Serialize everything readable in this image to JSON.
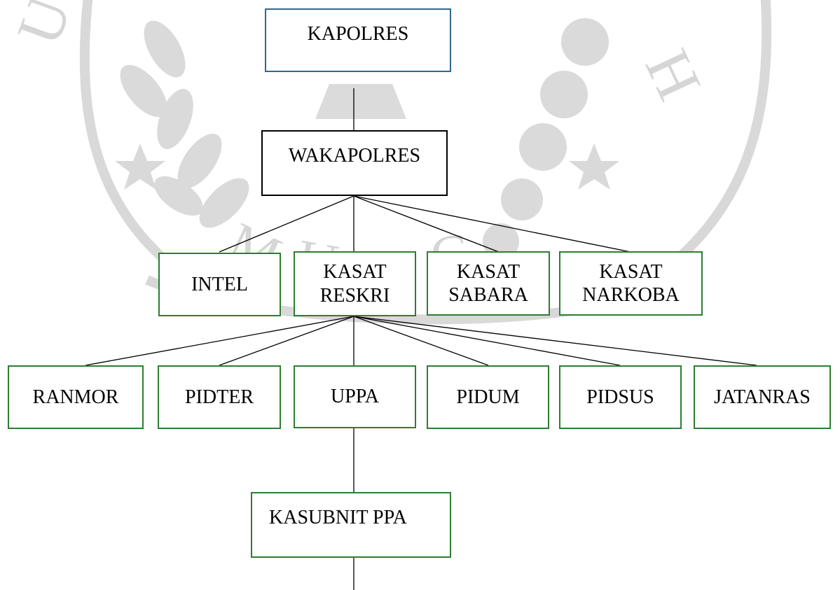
{
  "colors": {
    "green_border": "#2e7d32",
    "blue_border": "#2e6a8a",
    "black_border": "#000000",
    "connector": "#000000",
    "watermark": "#c8c8c8"
  },
  "watermark": {
    "description_icon": "university-seal-watermark",
    "letters": [
      "U",
      "N",
      "H",
      "M",
      "U",
      "G"
    ]
  },
  "nodes": {
    "kapolres": "KAPOLRES",
    "wakapolres": "WAKAPOLRES",
    "intel": "INTEL",
    "kasat_reskri": {
      "line1": "KASAT",
      "line2": "RESKRI"
    },
    "kasat_sabara": {
      "line1": "KASAT",
      "line2": "SABARA"
    },
    "kasat_narkoba": {
      "line1": "KASAT",
      "line2": "NARKOBA"
    },
    "ranmor": "RANMOR",
    "pidter": "PIDTER",
    "uppa": "UPPA",
    "pidum": "PIDUM",
    "pidsus": "PIDSUS",
    "jatanras": "JATANRAS",
    "kasubnit_ppa": "KASUBNIT PPA"
  }
}
